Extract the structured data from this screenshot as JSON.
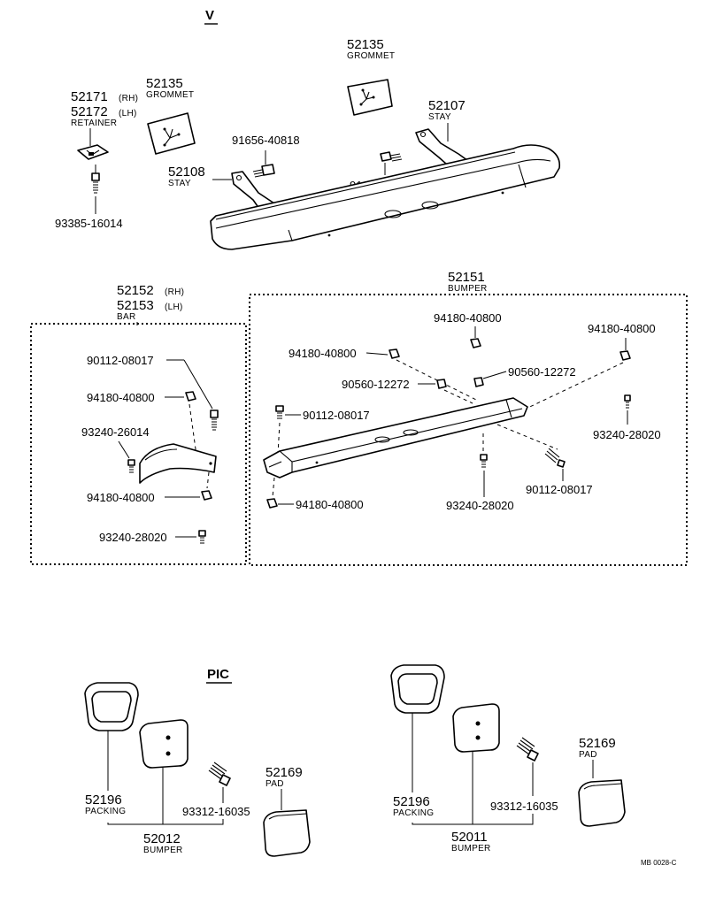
{
  "sections": {
    "v": "V",
    "pic": "PIC"
  },
  "drawing_code": "MB 0028-C",
  "labels": {
    "grommet": "GROMMET",
    "stay": "STAY",
    "retainer": "RETAINER",
    "bar": "BAR",
    "bumper": "BUMPER",
    "packing": "PACKING",
    "pad": "PAD",
    "rh": "(RH)",
    "lh": "(LH)"
  },
  "parts": {
    "p52135": "52135",
    "p52171": "52171",
    "p52172": "52172",
    "p52107": "52107",
    "p52108": "52108",
    "p91656_40818": "91656-40818",
    "p93385_16014": "93385-16014",
    "p52152": "52152",
    "p52153": "52153",
    "p52151": "52151",
    "p90112_08017": "90112-08017",
    "p94180_40800": "94180-40800",
    "p93240_26014": "93240-26014",
    "p93240_28020": "93240-28020",
    "p90560_12272": "90560-12272",
    "p52196": "52196",
    "p52012": "52012",
    "p52011": "52011",
    "p93312_16035": "93312-16035",
    "p52169": "52169"
  }
}
